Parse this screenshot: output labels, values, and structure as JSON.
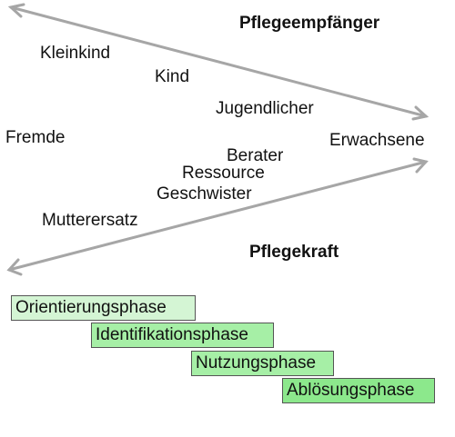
{
  "top_heading": "Pflegeempfänger",
  "bottom_heading": "Pflegekraft",
  "recipient_roles": [
    "Kleinkind",
    "Kind",
    "Jugendlicher",
    "Erwachsene"
  ],
  "nurse_roles": [
    "Fremde",
    "Mutterersatz",
    "Geschwister",
    "Ressource",
    "Berater"
  ],
  "phases": [
    "Orientierungsphase",
    "Identifikationsphase",
    "Nutzungsphase",
    "Ablösungsphase"
  ],
  "colors": {
    "arrow": "#a6a6a6",
    "phase_light": "#d4f5d4",
    "phase_mid": "#a6efa6",
    "phase_strong": "#8ce88c",
    "phase_border": "#555555"
  }
}
